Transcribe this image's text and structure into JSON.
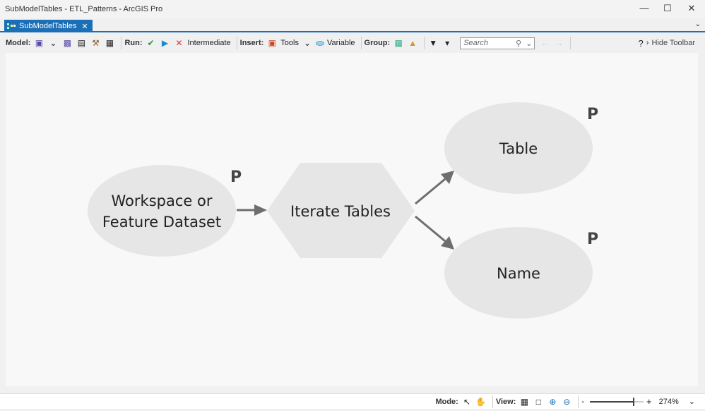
{
  "window": {
    "title": "SubModelTables - ETL_Patterns - ArcGIS Pro"
  },
  "tab": {
    "label": "SubModelTables"
  },
  "toolbar": {
    "model_label": "Model:",
    "run_label": "Run:",
    "intermediate": "Intermediate",
    "insert_label": "Insert:",
    "tools": "Tools",
    "variable": "Variable",
    "group_label": "Group:",
    "search_placeholder": "Search",
    "help": "?",
    "hide_toolbar": "Hide Toolbar"
  },
  "diagram": {
    "nodes": [
      {
        "id": "workspace",
        "lines": [
          "Workspace or",
          "Feature Dataset"
        ],
        "shape": "ellipse",
        "param": "P"
      },
      {
        "id": "iterate",
        "lines": [
          "Iterate Tables"
        ],
        "shape": "hexagon"
      },
      {
        "id": "table",
        "lines": [
          "Table"
        ],
        "shape": "ellipse",
        "param": "P"
      },
      {
        "id": "name",
        "lines": [
          "Name"
        ],
        "shape": "ellipse",
        "param": "P"
      }
    ],
    "node_fill": "#e6e6e6",
    "arrow_color": "#6e6e6e"
  },
  "status": {
    "mode_label": "Mode:",
    "view_label": "View:",
    "zoom_minus": "-",
    "zoom_plus": "+",
    "zoom_level": "274%",
    "zoom_fraction": 0.82
  }
}
